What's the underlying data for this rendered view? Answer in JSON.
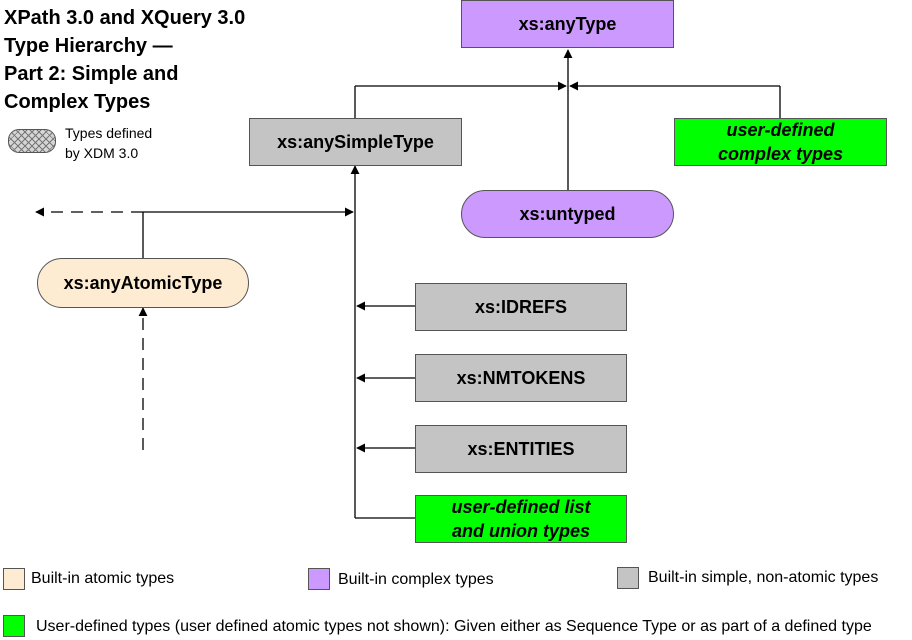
{
  "title": {
    "line1": "XPath 3.0 and XQuery 3.0",
    "line2": "Type Hierarchy —",
    "line3": "Part 2: Simple and",
    "line4": "Complex Types"
  },
  "xdm_legend": {
    "line1": "Types defined",
    "line2": "by XDM 3.0"
  },
  "nodes": {
    "anyType": "xs:anyType",
    "anySimpleType": "xs:anySimpleType",
    "userComplex": {
      "line1": "user-defined",
      "line2": "complex types"
    },
    "untyped": "xs:untyped",
    "anyAtomicType": "xs:anyAtomicType",
    "idrefs": "xs:IDREFS",
    "nmtokens": "xs:NMTOKENS",
    "entities": "xs:ENTITIES",
    "userList": {
      "line1": "user-defined list",
      "line2": "and union types"
    }
  },
  "legend": {
    "atomic": "Built-in atomic types",
    "complex": "Built-in complex types",
    "simple": "Built-in simple, non-atomic types",
    "user": "User-defined types (user defined atomic types not shown):  Given either as Sequence Type or as part of a defined type"
  },
  "colors": {
    "atomic": "#fdebd2",
    "complex": "#cc99ff",
    "simple": "#c4c4c4",
    "user": "#00ff00",
    "xdm_hatch": "#d6d6d6"
  }
}
